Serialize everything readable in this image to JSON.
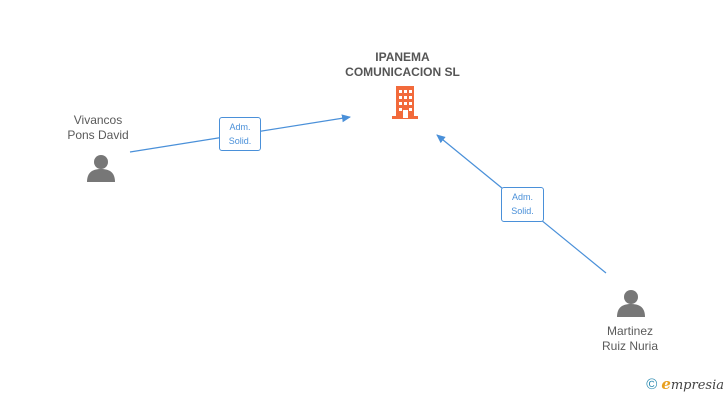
{
  "company": {
    "name_line1": "IPANEMA",
    "name_line2": "COMUNICACION SL",
    "color": "#f26a3b"
  },
  "people": [
    {
      "line1": "Vivancos",
      "line2": "Pons David"
    },
    {
      "line1": "Martinez",
      "line2": "Ruiz Nuria"
    }
  ],
  "relations": [
    {
      "line1": "Adm.",
      "line2": "Solid."
    },
    {
      "line1": "Adm.",
      "line2": "Solid."
    }
  ],
  "colors": {
    "edge": "#4a90d9",
    "person_icon": "#777777"
  },
  "footer": {
    "copyright_symbol": "©",
    "brand_initial": "e",
    "brand_rest": "mpresia"
  }
}
